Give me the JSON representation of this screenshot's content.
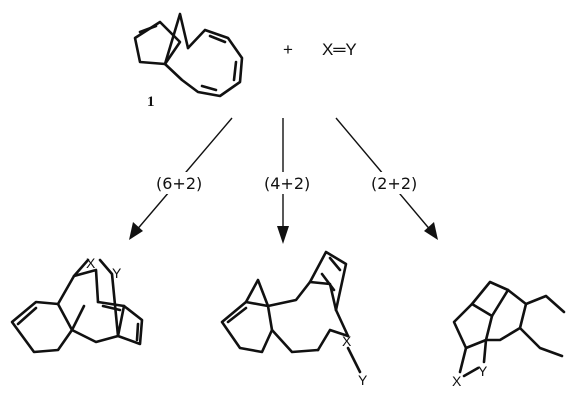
{
  "reactant": {
    "compound_number": "1",
    "plus": "+",
    "reagent": "X═Y"
  },
  "pathways": [
    {
      "label": "(6+2)"
    },
    {
      "label": "(4+2)"
    },
    {
      "label": "(2+2)"
    }
  ],
  "products": [
    {
      "x": "X",
      "y": "Y"
    },
    {
      "x": "X",
      "y": "Y"
    },
    {
      "x": "X",
      "y": "Y"
    }
  ]
}
